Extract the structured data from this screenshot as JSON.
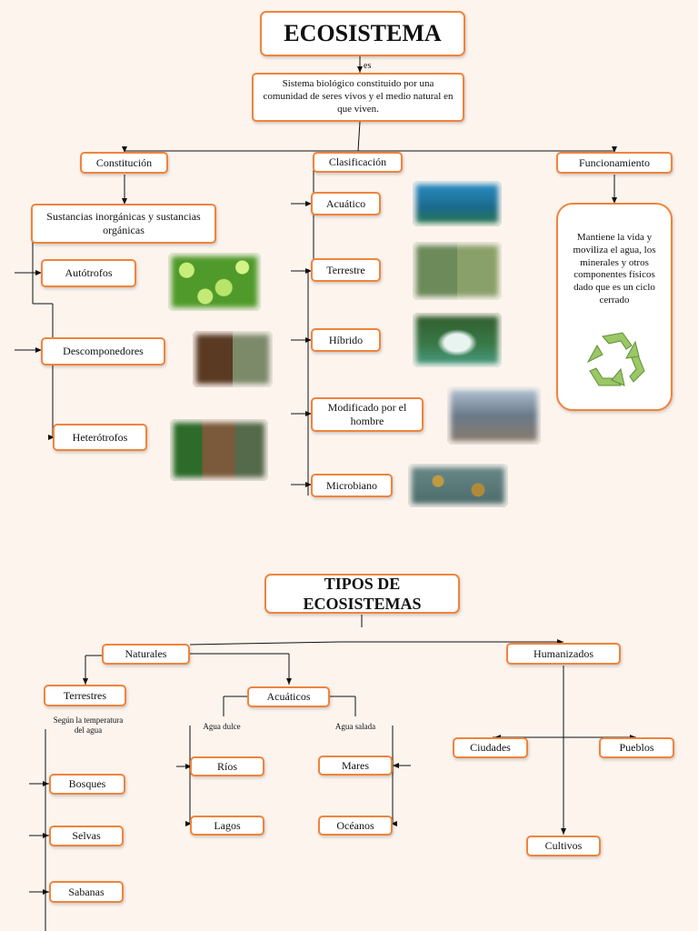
{
  "map1": {
    "title": "ECOSISTEMA",
    "es": "es",
    "definition": "Sistema biológico constituido por una comunidad de seres vivos y el medio natural en que viven.",
    "constitucion": "Constitución",
    "clasificacion": "Clasificación",
    "funcionamiento": "Funcionamiento",
    "sustancias": "Sustancias inorgánicas y sustancias orgánicas",
    "autotrofos": "Autótrofos",
    "descomponedores": "Descomponedores",
    "heterotrofos": "Heterótrofos",
    "acuatico": "Acuático",
    "terrestre": "Terrestre",
    "hibrido": "Híbrido",
    "modificado": "Modificado por el hombre",
    "microbiano": "Microbiano",
    "funcionamiento_text": "Mantiene la vida y moviliza el agua, los minerales y otros componentes físicos dado que es un ciclo cerrado"
  },
  "map2": {
    "title": "TIPOS DE ECOSISTEMAS",
    "naturales": "Naturales",
    "humanizados": "Humanizados",
    "terrestres": "Terrestres",
    "segun": "Según la temperatura del agua",
    "acuaticos": "Acuáticos",
    "agua_dulce": "Agua dulce",
    "agua_salada": "Agua salada",
    "rios": "Ríos",
    "lagos": "Lagos",
    "mares": "Mares",
    "oceanos": "Océanos",
    "bosques": "Bosques",
    "selvas": "Selvas",
    "sabanas": "Sabanas",
    "ciudades": "Ciudades",
    "pueblos": "Pueblos",
    "cultivos": "Cultivos"
  },
  "colors": {
    "border": "#f0843c",
    "background": "#fdf4ee",
    "recycle": "#9bc766"
  },
  "icons": [
    "recycle-icon"
  ]
}
